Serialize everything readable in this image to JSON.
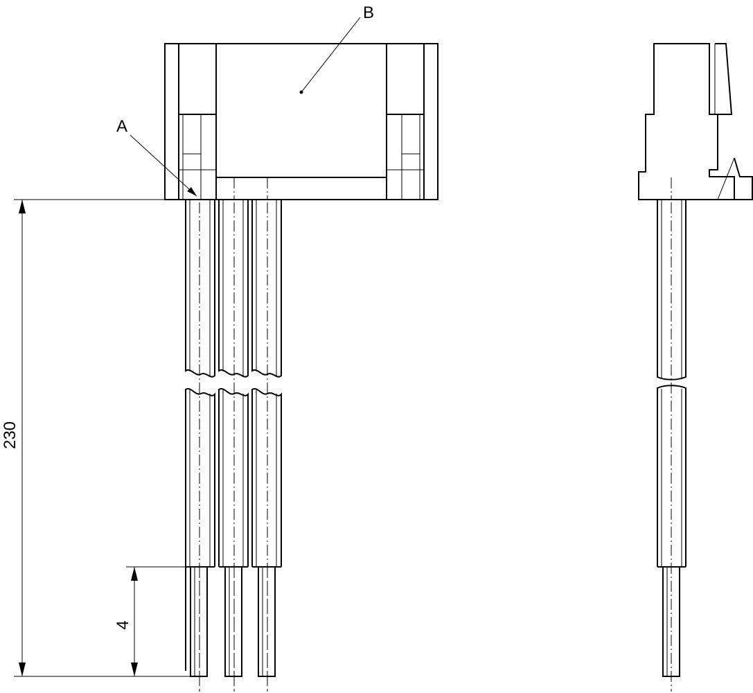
{
  "drawing": {
    "callouts": {
      "a": "A",
      "b": "B"
    },
    "dimensions": {
      "overall_length": "230",
      "strip_length": "4"
    },
    "colors": {
      "line": "#000000",
      "background": "#ffffff"
    }
  }
}
